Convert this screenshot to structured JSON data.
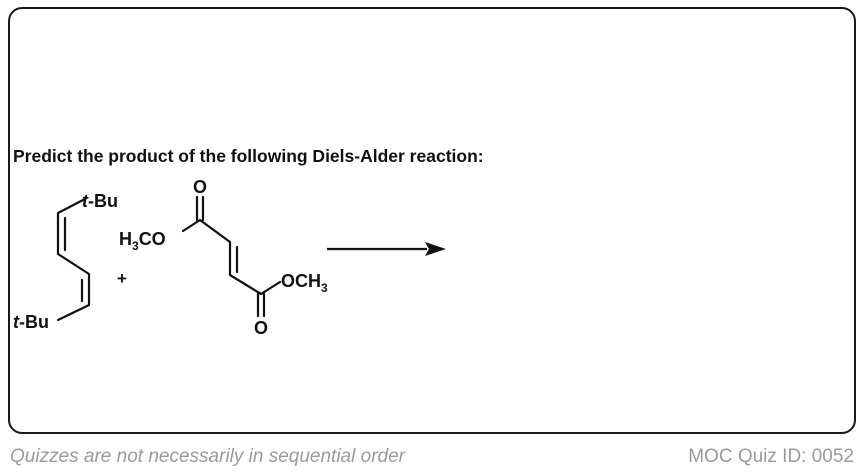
{
  "question": "Predict the product of the following Diels-Alder reaction:",
  "diene": {
    "substituent_top_prefix": "t",
    "substituent_top_suffix": "-Bu",
    "substituent_bottom_prefix": "t",
    "substituent_bottom_suffix": "-Bu"
  },
  "plus_sign": "+",
  "dienophile": {
    "carbonyl_top_o": "O",
    "ester_left_h": "H",
    "ester_left_sub": "3",
    "ester_left_co": "CO",
    "ester_right_och": "OCH",
    "ester_right_sub": "3",
    "carbonyl_bottom_o": "O"
  },
  "footer": {
    "note": "Quizzes are not necessarily in sequential order",
    "quiz_id": "MOC Quiz ID: 0052"
  }
}
